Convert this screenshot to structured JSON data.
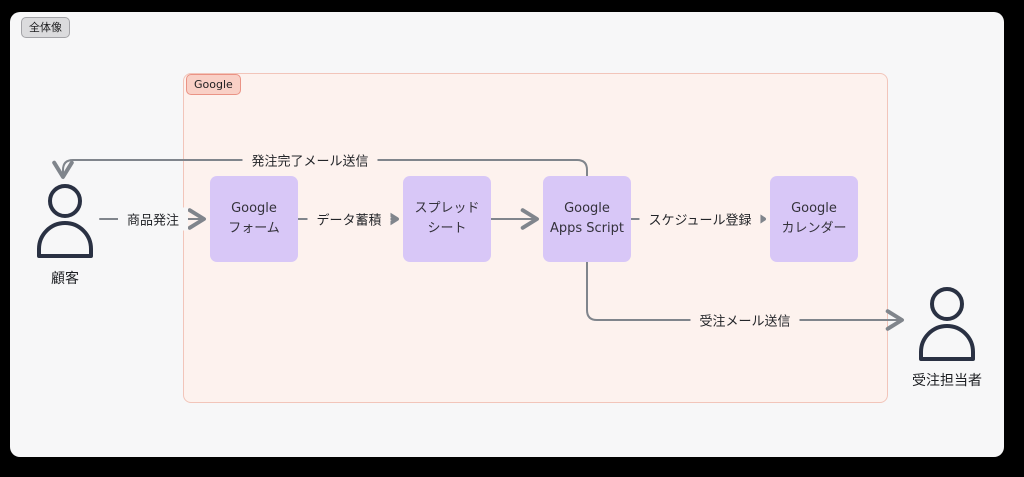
{
  "overview_chip": {
    "label": "全体像"
  },
  "google_container": {
    "label": "Google"
  },
  "nodes": [
    {
      "id": "customer",
      "type": "person",
      "label": "顧客"
    },
    {
      "id": "google-form",
      "type": "box",
      "lines": [
        "Google",
        "フォーム"
      ]
    },
    {
      "id": "spreadsheet",
      "type": "box",
      "lines": [
        "スプレッド",
        "シート"
      ]
    },
    {
      "id": "apps-script",
      "type": "box",
      "lines": [
        "Google",
        "Apps Script"
      ]
    },
    {
      "id": "calendar",
      "type": "box",
      "lines": [
        "Google",
        "カレンダー"
      ]
    },
    {
      "id": "order-staff",
      "type": "person",
      "label": "受注担当者"
    }
  ],
  "edges": [
    {
      "from": "customer",
      "to": "google-form",
      "label": "商品発注"
    },
    {
      "from": "google-form",
      "to": "spreadsheet",
      "label": "データ蓄積"
    },
    {
      "from": "spreadsheet",
      "to": "apps-script",
      "label": ""
    },
    {
      "from": "apps-script",
      "to": "calendar",
      "label": "スケジュール登録"
    },
    {
      "from": "apps-script",
      "to": "customer",
      "label": "発注完了メール送信"
    },
    {
      "from": "apps-script",
      "to": "order-staff",
      "label": "受注メール送信"
    }
  ],
  "colors": {
    "canvas_bg": "#f7f7f8",
    "outside_bg": "#000000",
    "box_fill": "#d8c7f7",
    "group_fill": "#fdf2ee",
    "group_border": "#f2c5ba",
    "google_chip_fill": "#f9d0c6",
    "google_chip_border": "#ea9385",
    "overview_chip_fill": "#dbdbdd",
    "arrow": "#80858c",
    "person_stroke": "#2a3143"
  }
}
